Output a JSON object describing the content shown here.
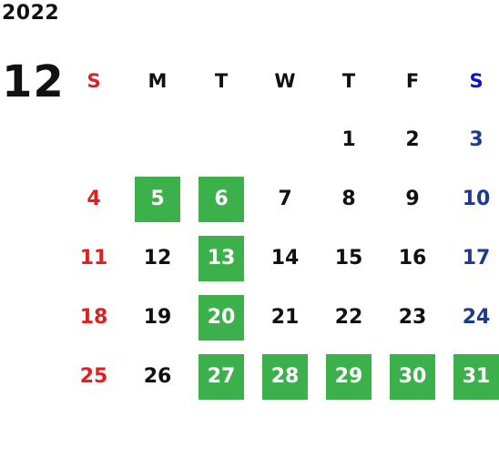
{
  "year": "2022",
  "month": "12",
  "weekdays": [
    "S",
    "M",
    "T",
    "W",
    "T",
    "F",
    "S"
  ],
  "weeks": [
    [
      "",
      "",
      "",
      "",
      "1",
      "2",
      "3"
    ],
    [
      "4",
      "5",
      "6",
      "7",
      "8",
      "9",
      "10"
    ],
    [
      "11",
      "12",
      "13",
      "14",
      "15",
      "16",
      "17"
    ],
    [
      "18",
      "19",
      "20",
      "21",
      "22",
      "23",
      "24"
    ],
    [
      "25",
      "26",
      "27",
      "28",
      "29",
      "30",
      "31"
    ]
  ],
  "highlighted_days": [
    "5",
    "6",
    "13",
    "20",
    "27",
    "28",
    "29",
    "30",
    "31"
  ],
  "colors": {
    "sunday": "#e02020",
    "saturday": "#1e3a8a",
    "saturday_header": "#1010d0",
    "highlight": "#3cb04a",
    "highlight_text": "#ffffff",
    "text": "#111111"
  }
}
